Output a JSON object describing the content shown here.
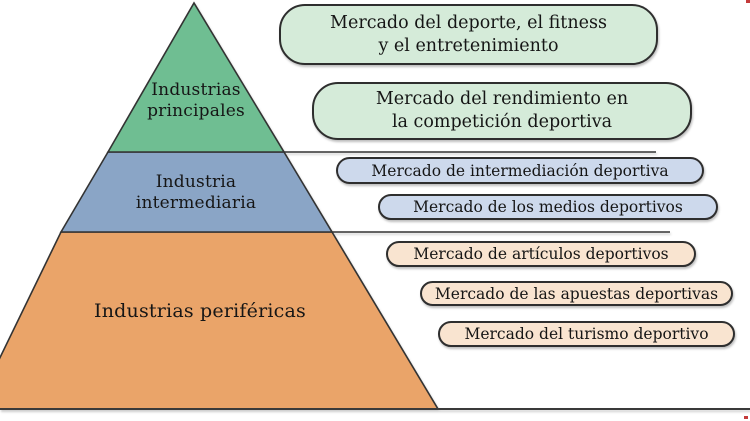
{
  "diagram": {
    "title_semantic": "Sport industry pyramid with market segments",
    "pyramid": {
      "levels": [
        {
          "label": "Industrias\nprincipales",
          "color": "#6fbe92"
        },
        {
          "label": "Industria\nintermediaria",
          "color": "#8aa5c6"
        },
        {
          "label": "Industrias periféricas",
          "color": "#eaa469"
        }
      ]
    },
    "market_boxes": [
      {
        "label": "Mercado del deporte, el fitness\ny el entretenimiento",
        "color": "#d5ebd9",
        "level": "Industrias principales"
      },
      {
        "label": "Mercado del rendimiento en\nla competición deportiva",
        "color": "#d5ebd9",
        "level": "Industrias principales"
      },
      {
        "label": "Mercado de intermediación deportiva",
        "color": "#cdd9ec",
        "level": "Industria intermediaria"
      },
      {
        "label": "Mercado de los medios deportivos",
        "color": "#cdd9ec",
        "level": "Industria intermediaria"
      },
      {
        "label": "Mercado de artículos deportivos",
        "color": "#f9e4d0",
        "level": "Industrias periféricas"
      },
      {
        "label": "Mercado de las apuestas deportivas",
        "color": "#f9e4d0",
        "level": "Industrias periféricas"
      },
      {
        "label": "Mercado del turismo deportivo",
        "color": "#f9e4d0",
        "level": "Industrias periféricas"
      }
    ],
    "colors": {
      "outline": "#2e2e2e",
      "background": "#ffffff",
      "artifact_red": "#c43b3b"
    }
  }
}
